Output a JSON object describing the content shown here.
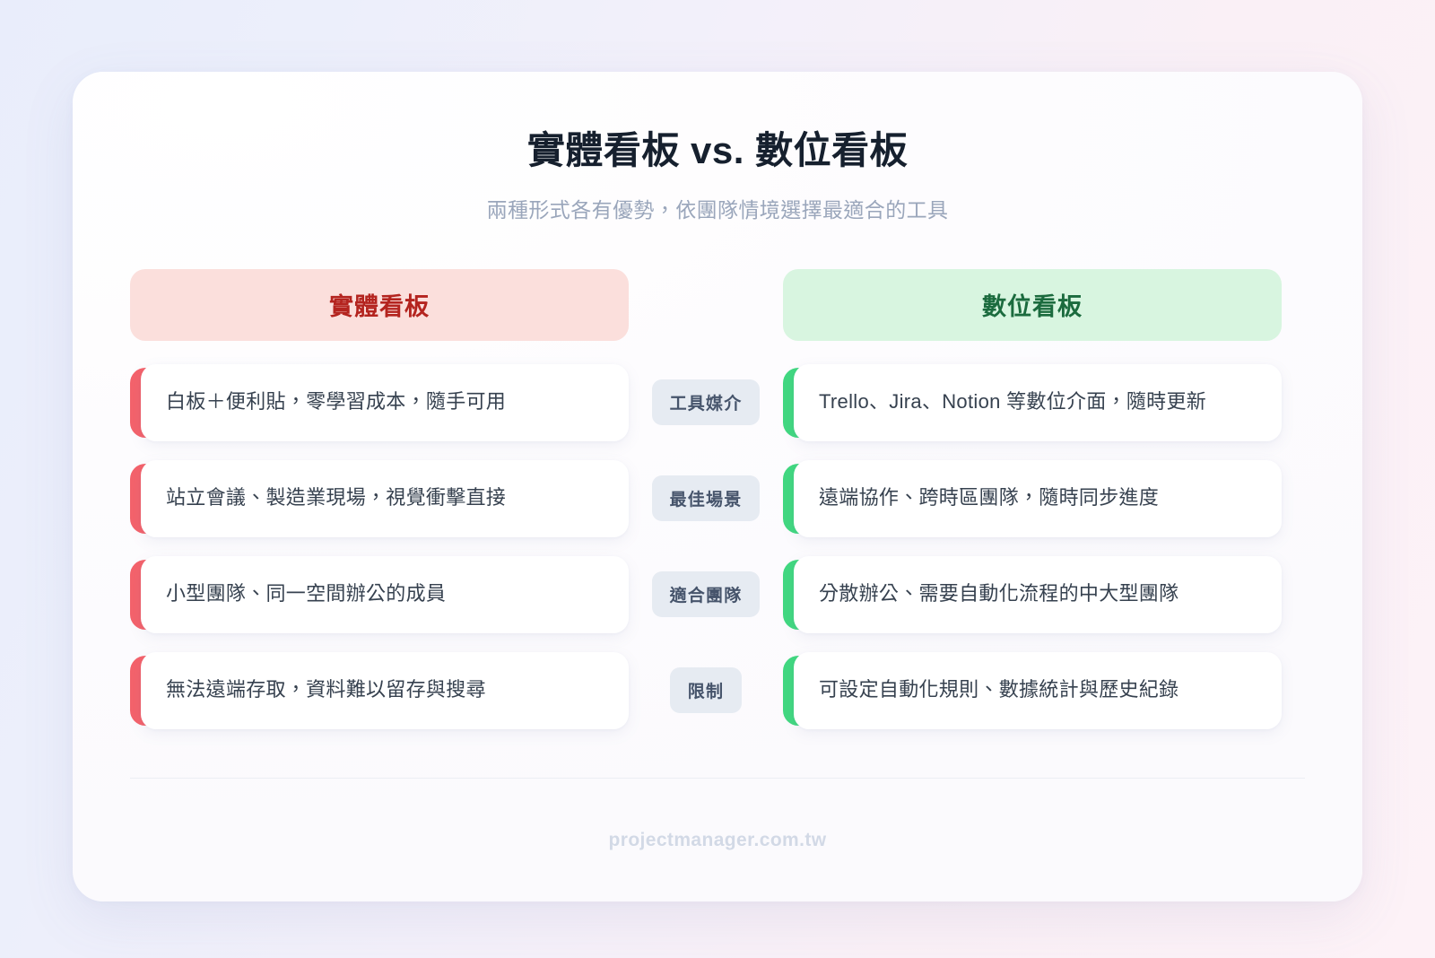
{
  "header": {
    "title": "實體看板 vs. 數位看板",
    "subtitle": "兩種形式各有優勢，依團隊情境選擇最適合的工具"
  },
  "columns": {
    "left": {
      "label": "實體看板",
      "bg_color": "#fbdfdc",
      "text_color": "#b4241f",
      "accent_color": "#f4626b"
    },
    "right": {
      "label": "數位看板",
      "bg_color": "#d8f5e0",
      "text_color": "#1b6b3e",
      "accent_color": "#41d880"
    }
  },
  "rows": [
    {
      "label": "工具媒介",
      "left": "白板＋便利貼，零學習成本，隨手可用",
      "right": "Trello、Jira、Notion 等數位介面，隨時更新"
    },
    {
      "label": "最佳場景",
      "left": "站立會議、製造業現場，視覺衝擊直接",
      "right": "遠端協作、跨時區團隊，隨時同步進度"
    },
    {
      "label": "適合團隊",
      "left": "小型團隊、同一空間辦公的成員",
      "right": "分散辦公、需要自動化流程的中大型團隊"
    },
    {
      "label": "限制",
      "left": "無法遠端存取，資料難以留存與搜尋",
      "right": "可設定自動化規則、數據統計與歷史紀錄"
    }
  ],
  "footer": {
    "site": "projectmanager.com.tw"
  }
}
